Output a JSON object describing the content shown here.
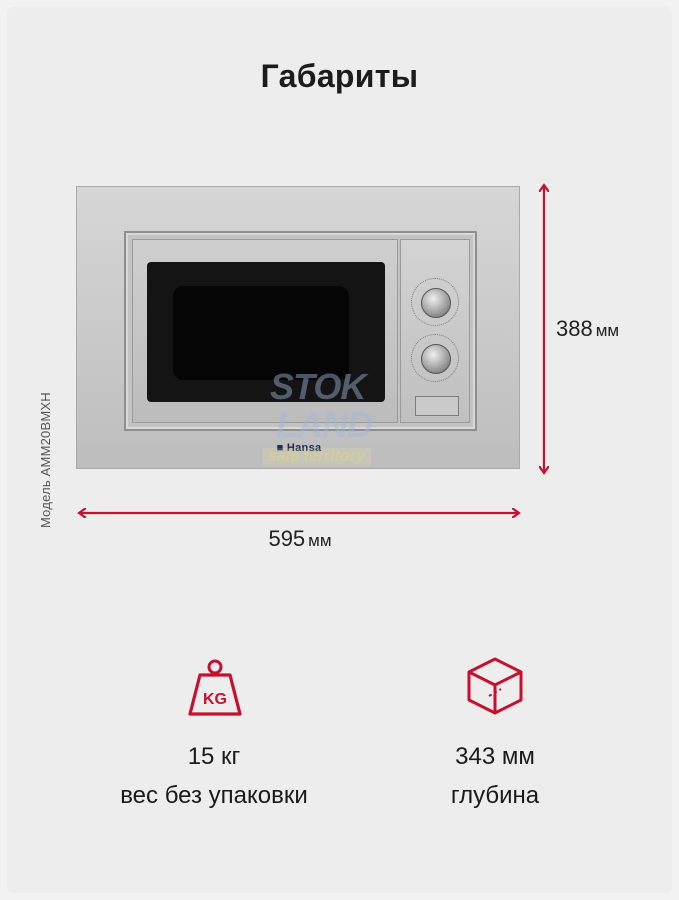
{
  "title": "Габариты",
  "model_label": "Модель AMM20BMXH",
  "brand": "Hansa",
  "watermark": {
    "line1": "STOK",
    "line2": "LAND",
    "line3": "sale territory"
  },
  "dimensions": {
    "width_value": "595",
    "height_value": "388",
    "unit": "мм"
  },
  "specs": {
    "weight": {
      "icon_text": "KG",
      "value": "15 кг",
      "label": "вес без упаковки"
    },
    "depth": {
      "value": "343 мм",
      "label": "глубина"
    }
  },
  "colors": {
    "accent": "#c8102e",
    "background": "#ededed"
  }
}
